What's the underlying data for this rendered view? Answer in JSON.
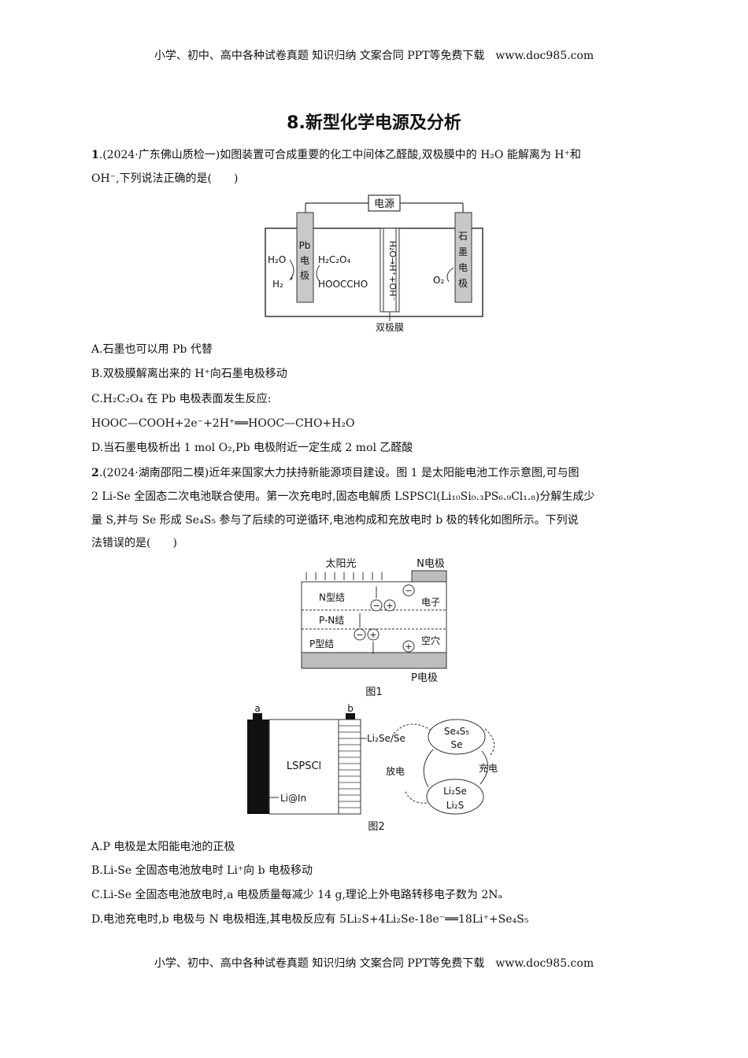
{
  "header_text": "小学、初中、高中各种试卷真题 知识归纳 文案合同 PPT等免费下载　www.doc985.com",
  "footer_text": "小学、初中、高中各种试卷真题 知识归纳 文案合同 PPT等免费下载　www.doc985.com",
  "title": "8.新型化学电源及分析",
  "q1": {
    "num": "1",
    "stem_line1": ".(2024·广东佛山质检一)如图装置可合成重要的化工中间体乙醛酸,双极膜中的 H₂O 能解离为 H⁺和",
    "stem_line2": "OH⁻,下列说法正确的是(　　)",
    "fig": {
      "power": "电源",
      "pb_electrode": [
        "Pb",
        "电",
        "极"
      ],
      "graphite_electrode": [
        "石",
        "墨",
        "电",
        "极"
      ],
      "left_in": "H₂O",
      "left_out": "H₂",
      "mid_in": "H₂C₂O₄",
      "mid_out": "HOOCCHO",
      "membrane_text": "H₂O→H⁺+OH⁻",
      "right_out": "O₂",
      "membrane_label": "双极膜"
    },
    "optA": "A.石墨也可以用 Pb 代替",
    "optB": "B.双极膜解离出来的 H⁺向石墨电极移动",
    "optC1": "C.H₂C₂O₄ 在 Pb 电极表面发生反应:",
    "optC2": "HOOC—COOH+2e⁻+2H⁺══HOOC—CHO+H₂O",
    "optD": "D.当石墨电极析出 1 mol O₂,Pb 电极附近一定生成 2 mol 乙醛酸"
  },
  "q2": {
    "num": "2",
    "stem_line1": ".(2024·湖南邵阳二模)近年来国家大力扶持新能源项目建设。图 1 是太阳能电池工作示意图,可与图",
    "stem_line2": "2 Li-Se 全固态二次电池联合使用。第一次充电时,固态电解质 LSPSCl(Li₁₀Si₀.₃PS₆.₉Cl₁.₈)分解生成少",
    "stem_line3": "量 S,并与 Se 形成 Se₄S₅ 参与了后续的可逆循环,电池构成和充放电时 b 极的转化如图所示。下列说",
    "stem_line4": "法错误的是(　　)",
    "fig1": {
      "sunlight": "太阳光",
      "n_electrode": "N电极",
      "n_type": "N型结",
      "pn": "P-N结",
      "p_type": "P型结",
      "electron": "电子",
      "hole": "空穴",
      "p_electrode": "P电极",
      "caption": "图1"
    },
    "fig2": {
      "a": "a",
      "b": "b",
      "lspscl": "LSPSCl",
      "li_in": "Li@In",
      "li2se_se": "Li₂Se/Se",
      "top_circle": [
        "Se₄S₅",
        "Se"
      ],
      "bottom_circle": [
        "Li₂Se",
        "Li₂S"
      ],
      "discharge": "放电",
      "charge": "充电",
      "caption": "图2"
    },
    "optA": "A.P 电极是太阳能电池的正极",
    "optB": "B.Li-Se 全固态电池放电时 Li⁺向 b 电极移动",
    "optC": "C.Li-Se 全固态电池放电时,a 电极质量每减少 14 g,理论上外电路转移电子数为 2Nₐ",
    "optD": "D.电池充电时,b 电极与 N 电极相连,其电极反应有 5Li₂S+4Li₂Se-18e⁻══18Li⁺+Se₄S₅"
  }
}
